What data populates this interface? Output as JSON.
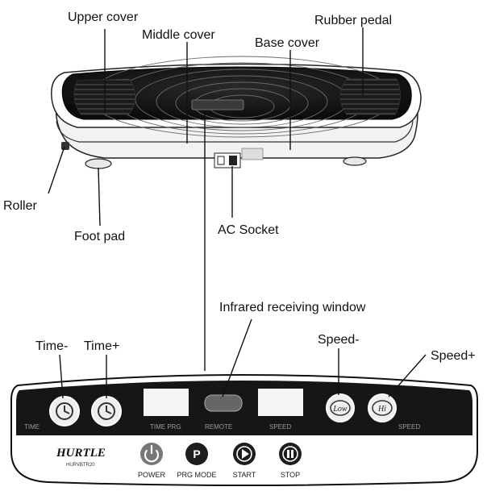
{
  "callouts": {
    "upper_cover": "Upper cover",
    "middle_cover": "Middle cover",
    "base_cover": "Base cover",
    "rubber_pedal": "Rubber pedal",
    "roller": "Roller",
    "foot_pad": "Foot pad",
    "ac_socket": "AC Socket",
    "infrared_window": "Infrared receiving window",
    "time_minus": "Time-",
    "time_plus": "Time+",
    "speed_minus": "Speed-",
    "speed_plus": "Speed+"
  },
  "panel": {
    "time_label": "TIME",
    "time_prg_label": "TIME PRG",
    "remote_label": "REMOTE",
    "speed_label": "SPEED",
    "speed_right_label": "SPEED",
    "low_button": "Low",
    "hi_button": "Hi",
    "brand_logo": "HURTLE",
    "model": "HURVBTR20",
    "power_label": "POWER",
    "prg_mode_label": "PRG MODE",
    "start_label": "START",
    "stop_label": "STOP",
    "prg_button_glyph": "P"
  },
  "icons": [
    "clock-icon",
    "power-icon",
    "play-icon",
    "pause-icon"
  ]
}
